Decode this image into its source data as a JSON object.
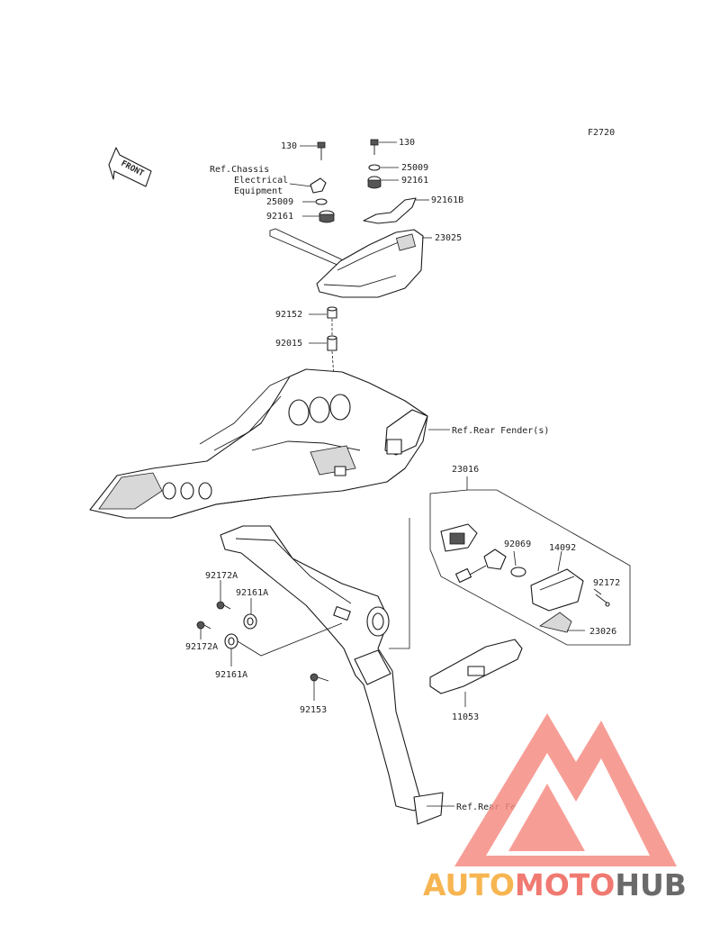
{
  "figure_code": "F2720",
  "front_label": "FRONT",
  "parts": {
    "p130_left": "130",
    "p130_right": "130",
    "p25009_right": "25009",
    "p92161_right": "92161",
    "p92161B": "92161B",
    "ref_chassis": "Ref.Chassis\nElectrical\nEquipment",
    "ref_chassis_l1": "Ref.Chassis",
    "ref_chassis_l2": "Electrical",
    "ref_chassis_l3": "Equipment",
    "p25009_left": "25009",
    "p92161_left": "92161",
    "p23025": "23025",
    "p92152": "92152",
    "p92015": "92015",
    "ref_rear_fender_top": "Ref.Rear Fender(s)",
    "p23016": "23016",
    "p92069": "92069",
    "p14092": "14092",
    "p92172": "92172",
    "p23026": "23026",
    "p92172A_top": "92172A",
    "p92161A_top": "92161A",
    "p92172A_bottom": "92172A",
    "p92161A_bottom": "92161A",
    "p92153": "92153",
    "p11053": "11053",
    "ref_rear_fender_bottom": "Ref.Rear Fender(s)"
  },
  "watermark": {
    "part1": "AUTO",
    "part2": "MOTO",
    "part3": "HUB",
    "color_orange": "#f7b552",
    "color_red": "#f07a72",
    "color_gray": "#6a6a6a"
  }
}
